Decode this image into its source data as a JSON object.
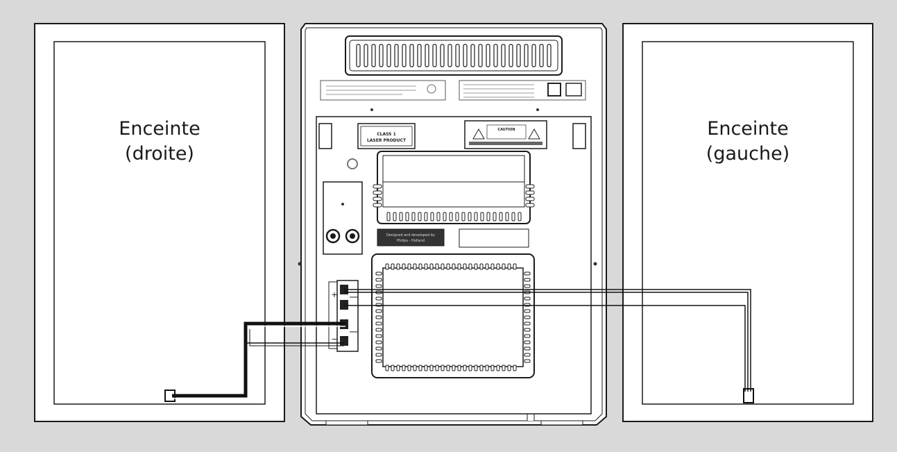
{
  "speaker_right": {
    "line1": "Enceinte",
    "line2": "(droite)"
  },
  "speaker_left": {
    "line1": "Enceinte",
    "line2": "(gauche)"
  },
  "unit": {
    "laser_label": [
      "CLASS 1",
      "LASER PRODUCT"
    ],
    "caution_label": [
      "CAUTION"
    ],
    "design_label": [
      "Designed and developed by",
      "Philips - Holland"
    ],
    "terminal_plus": "+",
    "terminal_minus": "−"
  },
  "colors": {
    "background": "#d9d9d9",
    "panel": "#ffffff",
    "outline": "#1a1a1a",
    "cable": "#111111"
  }
}
